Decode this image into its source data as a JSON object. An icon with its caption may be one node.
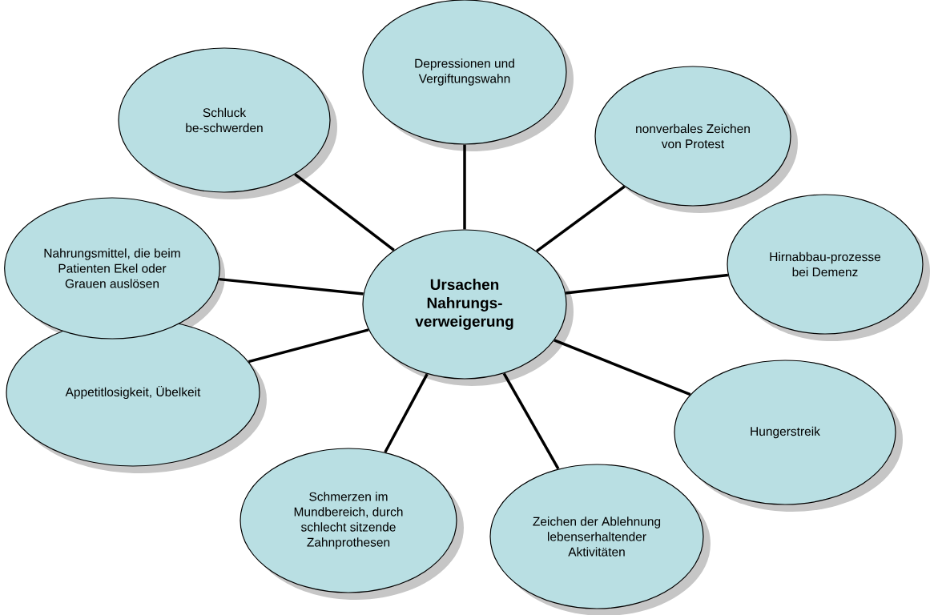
{
  "diagram": {
    "nodes": [
      {
        "text": [
          "Ursachen Nahrungs-verweigerung"
        ]
      },
      {
        "text": [
          "Depressionen und Vergiftungswahn"
        ]
      },
      {
        "text": [
          "nonverbales Zeichen von Protest"
        ]
      },
      {
        "text": [
          "Hirnabbau-prozesse bei Demenz"
        ]
      },
      {
        "text": [
          "Hungerstreik"
        ]
      },
      {
        "text": [
          "Zeichen der Ablehnung lebenserhaltender Aktivitäten"
        ]
      },
      {
        "text": [
          "Schmerzen im Mundbereich, durch schlecht sitzende Zahnprothesen"
        ]
      },
      {
        "text": [
          "Appetitlosigkeit, Übelkeit"
        ]
      },
      {
        "text": [
          "Nahrungsmittel, die beim Patienten Ekel oder Grauen auslösen"
        ]
      },
      {
        "text": [
          "Schluck be-schwerden"
        ]
      }
    ],
    "edges": [
      {
        "from": 0,
        "to": 1,
        "arrow": "none"
      },
      {
        "from": 0,
        "to": 2,
        "arrow": "none"
      },
      {
        "from": 0,
        "to": 3,
        "arrow": "none"
      },
      {
        "from": 0,
        "to": 4,
        "arrow": "none"
      },
      {
        "from": 0,
        "to": 5,
        "arrow": "none"
      },
      {
        "from": 0,
        "to": 6,
        "arrow": "none"
      },
      {
        "from": 0,
        "to": 7,
        "arrow": "none"
      },
      {
        "from": 0,
        "to": 8,
        "arrow": "none"
      },
      {
        "from": 0,
        "to": 9,
        "arrow": "none"
      }
    ]
  }
}
